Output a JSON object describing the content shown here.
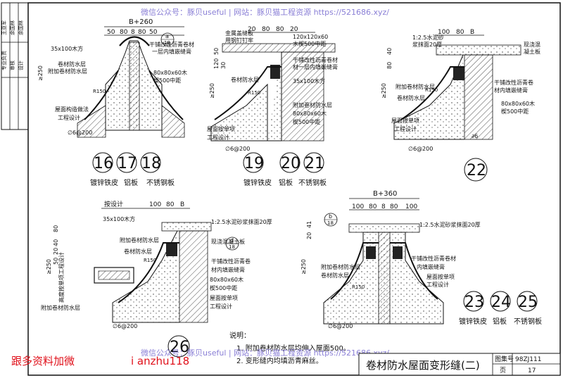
{
  "watermark": {
    "top": "微信公众号：豚贝useful | 网站：豚贝猫工程资源 https://521686.xyz/",
    "bottom": "微信公众号：豚贝useful | 网站：豚贝猫工程资源 https://521686.xyz/"
  },
  "side_stamp": {
    "rows": [
      "王亚军",
      "余国林",
      "余国林"
    ],
    "labels": [
      "专业负责",
      "审核",
      "设计"
    ]
  },
  "detail_16_18": {
    "dim_top": "B+260",
    "dim_row": [
      "50",
      "80",
      "8",
      "80",
      "50"
    ],
    "section_mark": {
      "num": "a",
      "sheet": "18"
    },
    "labels": [
      "35x100木方",
      "卷材防水层",
      "附加卷材防水层",
      "屋面构造做法",
      "工程设计",
      "干铺改性沥青卷材",
      "一层内填嵌缝膏",
      "80x80x60木",
      "楔500中距",
      "R150",
      "≥250",
      "∅6@200"
    ],
    "callouts": [
      "16",
      "17",
      "18"
    ],
    "materials": [
      "镀锌铁皮",
      "铝板",
      "不锈钢板"
    ]
  },
  "detail_19_21": {
    "dim_row": [
      "20",
      "80",
      "80",
      "20"
    ],
    "labels": [
      "金属盖缝板",
      "用钢钉钉牢",
      "120x120x60",
      "木楔500中距",
      "干铺改性沥青卷材",
      "材一层内填嵌缝膏",
      "35x100木方",
      "卷材防水层",
      "附加卷材防水层",
      "80x80x60木",
      "楔500中距",
      "屋面按单项",
      "工程设计",
      "R150",
      "≥250",
      "∅6@200"
    ],
    "left_dims": [
      "120",
      "50",
      "30"
    ],
    "callouts": [
      "19",
      "20",
      "21"
    ],
    "materials": [
      "镀锌铁皮",
      "铝板",
      "不锈钢板"
    ]
  },
  "detail_22": {
    "dim_row": [
      "100",
      "80",
      "B"
    ],
    "labels": [
      "1:2.5水泥砂",
      "浆抹面20厚",
      "现浇混",
      "凝土板",
      "干铺改性沥青卷",
      "材内填嵌缝膏",
      "80x80x60木",
      "楔500中距",
      "附加卷材防水层",
      "卷材防水层",
      "屋面按单项",
      "工程设计",
      "R150",
      "≥250",
      "∅6@200",
      "∂6"
    ],
    "left_dims": [
      "80",
      "40"
    ],
    "callout": "22"
  },
  "detail_26": {
    "dim_row": [
      "按设计",
      "100",
      "80",
      "B"
    ],
    "labels": [
      "35x100木方",
      "1:2.5水泥砂浆抹面20厚",
      "现浇混凝土板",
      "干铺改性沥青卷",
      "材内填嵌缝膏",
      "80x80x60木",
      "楔500中距",
      "附加卷材防水层",
      "卷材防水层",
      "屋面按单项",
      "工程设计",
      "R150",
      "≥250",
      "∅6@200",
      "附加卷材防水层"
    ],
    "section_mark": {
      "num": "d",
      "sheet": "18"
    },
    "left_dims": [
      "80",
      "40",
      "20",
      "50"
    ],
    "vertical_label": "高度按单项工程设计",
    "callout": "26"
  },
  "detail_23_25": {
    "dim_top": "B+360",
    "dim_row": [
      "100",
      "80",
      "8",
      "80",
      "100"
    ],
    "section_mark": {
      "num": "b",
      "sheet": "18"
    },
    "labels": [
      "1:2.5水泥砂浆抹面20厚",
      "干铺改性沥青卷材",
      "内填嵌缝膏",
      "附加卷材防水层",
      "卷材防水层",
      "屋面按单项",
      "工程设计",
      "R150",
      "≥250",
      "∅6@200"
    ],
    "left_dims": [
      "20",
      "41"
    ],
    "callouts": [
      "23",
      "24",
      "25"
    ],
    "materials": [
      "镀锌铁皮",
      "铝板",
      "不锈钢板"
    ]
  },
  "notes": {
    "heading": "说明：",
    "items": [
      "1. 附加卷材防水层均伸入屋面500。",
      "2. 变形缝内均填沥青麻丝。"
    ]
  },
  "title_block": {
    "title": "卷材防水屋面变形缝(二)",
    "atlas_label": "图集号",
    "atlas_value": "98ZJ111",
    "page_label": "页",
    "page_value": "17"
  },
  "promo": {
    "left": "跟多资料加微",
    "right": "i anzhu118"
  }
}
